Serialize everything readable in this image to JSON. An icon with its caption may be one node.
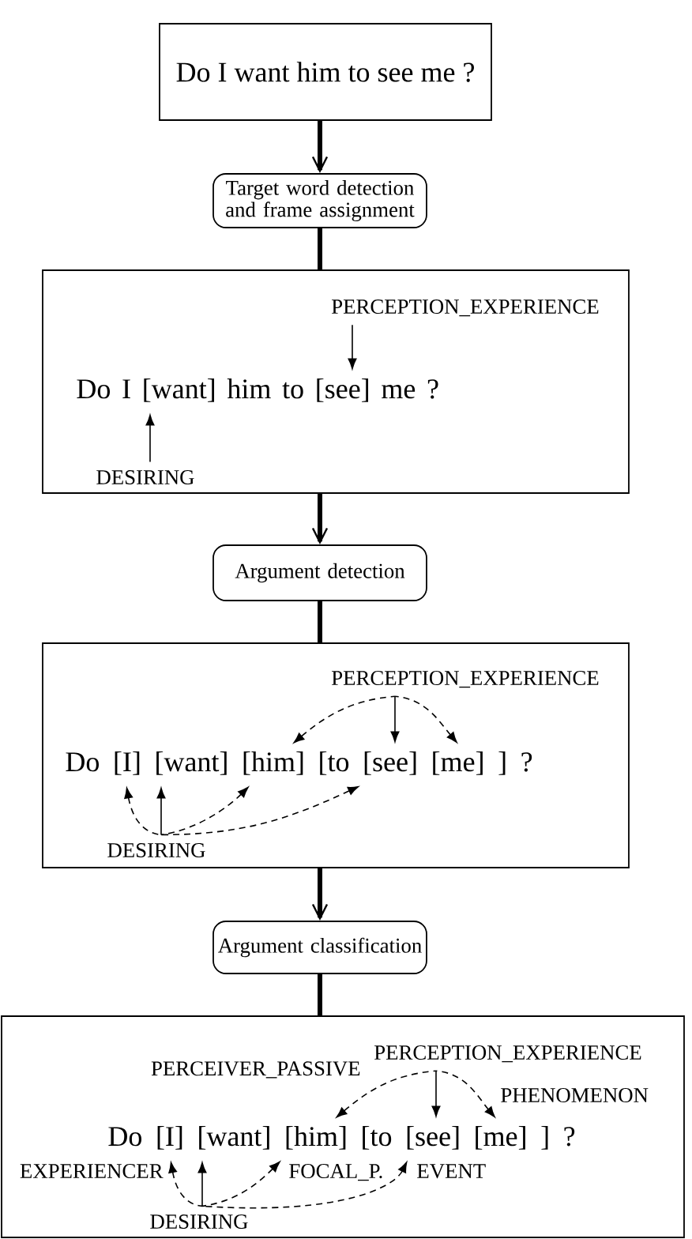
{
  "diagram": {
    "nodes": [
      {
        "text": [
          "Do I want him to see me ?"
        ]
      },
      {
        "text": [
          "Target word detection and frame assignment"
        ]
      },
      {
        "text": [],
        "shape": "box"
      },
      {
        "text": [
          "PERCEPTION_EXPERIENCE"
        ],
        "in": 2
      },
      {
        "text": [
          "Do I [want] him to [see] me ?"
        ],
        "in": 2
      },
      {
        "text": [
          "DESIRING"
        ],
        "in": 2
      },
      {
        "text": [
          "Argument detection"
        ]
      },
      {
        "text": [],
        "shape": "box"
      },
      {
        "text": [
          "PERCEPTION_EXPERIENCE"
        ],
        "in": 7
      },
      {
        "text": [
          "Do [I] [want] [him] [to [see] [me] ] ?"
        ],
        "in": 7
      },
      {
        "text": [
          "DESIRING"
        ],
        "in": 7
      },
      {
        "text": [
          "Argument classification"
        ]
      },
      {
        "text": [],
        "shape": "box"
      },
      {
        "text": [
          "PERCEPTION_EXPERIENCE"
        ],
        "in": 12
      },
      {
        "text": [
          "Do [I] [want] [him] [to [see] [me] ] ?"
        ],
        "in": 12
      },
      {
        "text": [
          "DESIRING"
        ],
        "in": 12
      }
    ],
    "edges": [
      {
        "from": 0,
        "to": 1,
        "arrow": "to",
        "style": "thick"
      },
      {
        "from": 1,
        "to": 2,
        "arrow": "none",
        "style": "thick"
      },
      {
        "from": 3,
        "to": 4,
        "arrow": "to"
      },
      {
        "from": 5,
        "to": 4,
        "arrow": "to"
      },
      {
        "from": 2,
        "to": 6,
        "arrow": "to",
        "style": "thick"
      },
      {
        "from": 6,
        "to": 7,
        "arrow": "none",
        "style": "thick"
      },
      {
        "from": 8,
        "to": 9,
        "arrow": "to",
        "style": "dashed"
      },
      {
        "from": 8,
        "to": 9,
        "arrow": "to"
      },
      {
        "from": 8,
        "to": 9,
        "arrow": "to",
        "style": "dashed"
      },
      {
        "from": 10,
        "to": 9,
        "arrow": "to",
        "style": "dashed"
      },
      {
        "from": 10,
        "to": 9,
        "arrow": "to"
      },
      {
        "from": 10,
        "to": 9,
        "arrow": "to",
        "style": "dashed"
      },
      {
        "from": 10,
        "to": 9,
        "arrow": "to",
        "style": "dashed"
      },
      {
        "from": 7,
        "to": 11,
        "arrow": "to",
        "style": "thick"
      },
      {
        "from": 11,
        "to": 12,
        "arrow": "none",
        "style": "thick"
      },
      {
        "from": 13,
        "to": 14,
        "arrow": "to",
        "style": "dashed",
        "label": "PERCEIVER_PASSIVE"
      },
      {
        "from": 13,
        "to": 14,
        "arrow": "to"
      },
      {
        "from": 13,
        "to": 14,
        "arrow": "to",
        "style": "dashed",
        "label": "PHENOMENON"
      },
      {
        "from": 15,
        "to": 14,
        "arrow": "to",
        "style": "dashed",
        "label": "EXPERIENCER"
      },
      {
        "from": 15,
        "to": 14,
        "arrow": "to"
      },
      {
        "from": 15,
        "to": 14,
        "arrow": "to",
        "style": "dashed",
        "label": "FOCAL_P."
      },
      {
        "from": 15,
        "to": 14,
        "arrow": "to",
        "style": "dashed",
        "label": "EVENT"
      }
    ]
  }
}
